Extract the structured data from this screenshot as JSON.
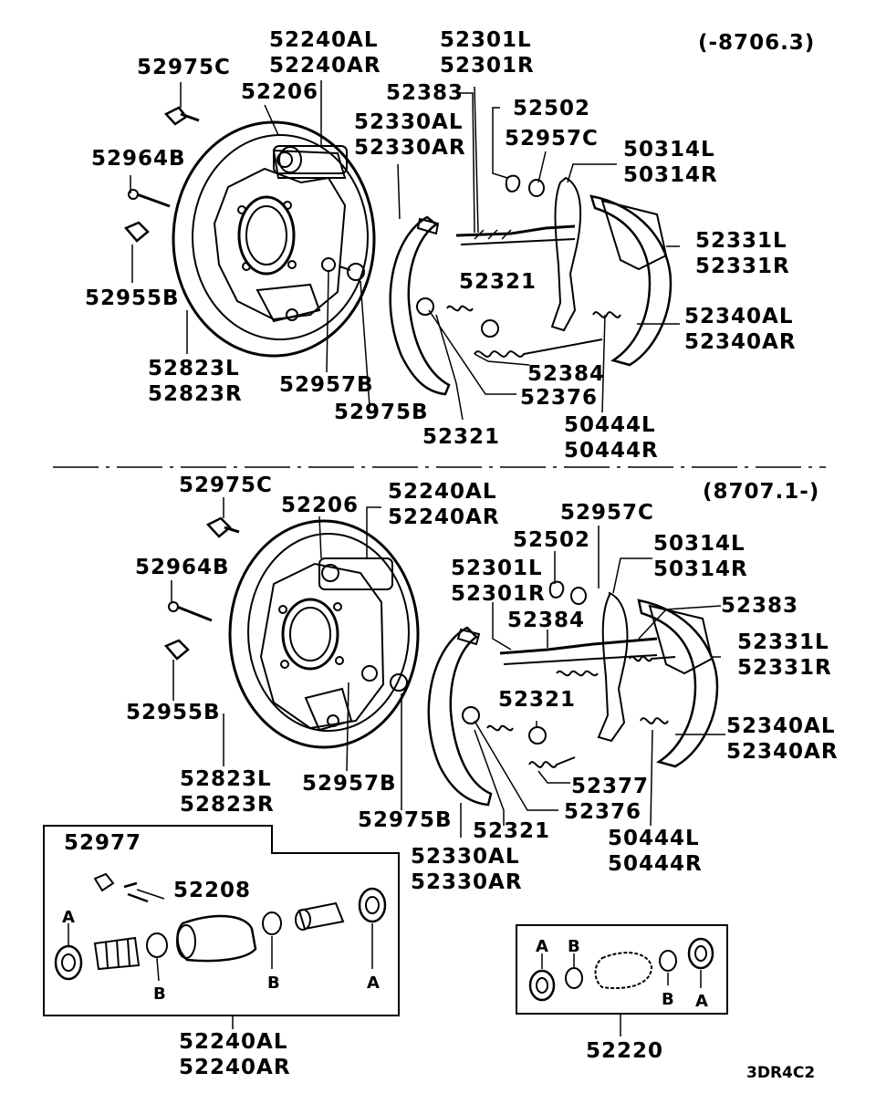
{
  "top": {
    "period": "(-8706.3)",
    "labels": {
      "p52975c": "52975C",
      "p52240a": [
        "52240AL",
        "52240AR"
      ],
      "p52206": "52206",
      "p52301": [
        "52301L",
        "52301R"
      ],
      "p52383": "52383",
      "p52502": "52502",
      "p52330": [
        "52330AL",
        "52330AR"
      ],
      "p52957c": "52957C",
      "p50314": [
        "50314L",
        "50314R"
      ],
      "p52964b": "52964B",
      "p52331": [
        "52331L",
        "52331R"
      ],
      "p52321a": "52321",
      "p52955b": "52955B",
      "p52340": [
        "52340AL",
        "52340AR"
      ],
      "p52823": [
        "52823L",
        "52823R"
      ],
      "p52384": "52384",
      "p52957b": "52957B",
      "p52376": "52376",
      "p52975b": "52975B",
      "p50444": [
        "50444L",
        "50444R"
      ],
      "p52321b": "52321"
    }
  },
  "bottom": {
    "period": "(8707.1-)",
    "labels": {
      "p52975c": "52975C",
      "p52206": "52206",
      "p52240a": [
        "52240AL",
        "52240AR"
      ],
      "p52957c": "52957C",
      "p52502": "52502",
      "p50314": [
        "50314L",
        "50314R"
      ],
      "p52964b": "52964B",
      "p52301": [
        "52301L",
        "52301R"
      ],
      "p52383": "52383",
      "p52384": "52384",
      "p52331": [
        "52331L",
        "52331R"
      ],
      "p52955b": "52955B",
      "p52321a": "52321",
      "p52340": [
        "52340AL",
        "52340AR"
      ],
      "p52823": [
        "52823L",
        "52823R"
      ],
      "p52957b": "52957B",
      "p52377": "52377",
      "p52376": "52376",
      "p52975b": "52975B",
      "p52321b": "52321",
      "p50444": [
        "50444L",
        "50444R"
      ],
      "p52330": [
        "52330AL",
        "52330AR"
      ]
    }
  },
  "cylinder_kit": {
    "p52977": "52977",
    "p52208": "52208",
    "marker_a": "A",
    "marker_b": "B",
    "part": [
      "52240AL",
      "52240AR"
    ]
  },
  "repair_kit": {
    "marker_a": "A",
    "marker_b": "B",
    "part": "52220"
  },
  "drawing_code": "3DR4C2",
  "colors": {
    "ink": "#000000",
    "paper": "#ffffff"
  }
}
